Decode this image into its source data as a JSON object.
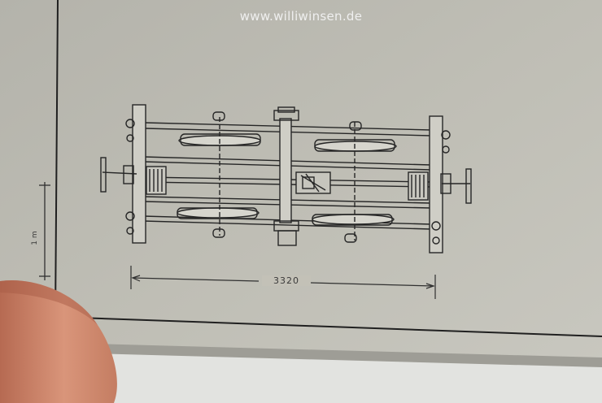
{
  "watermark": "www.williwinsen.de",
  "drawing": {
    "dimension_label": "3320",
    "scale_label": "1 m"
  }
}
